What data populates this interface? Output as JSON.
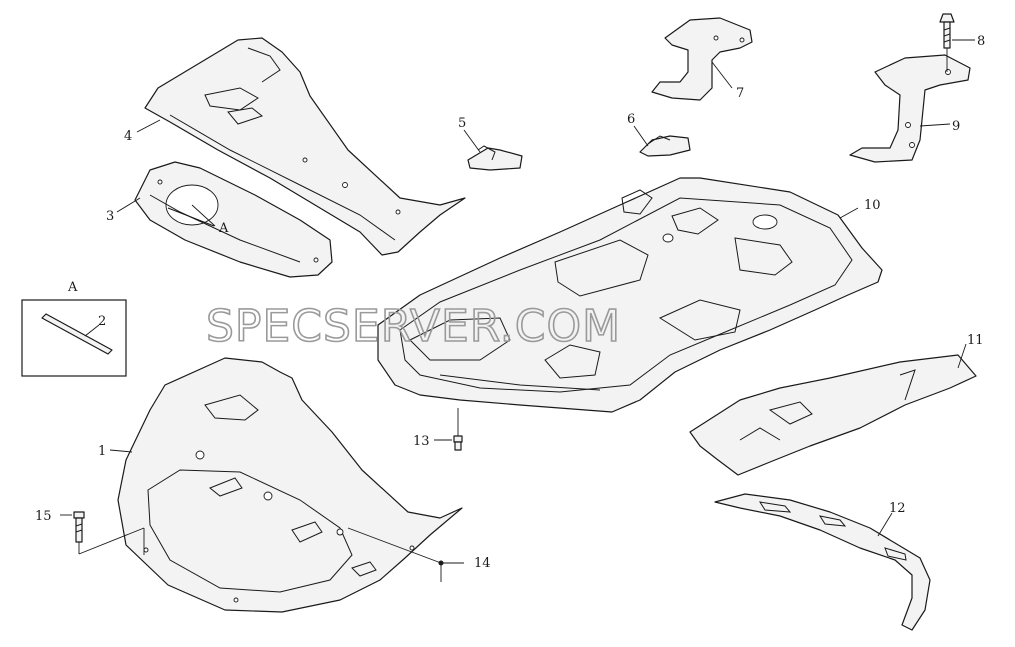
{
  "watermark": "SPECSERVER.COM",
  "inset": {
    "title": "A"
  },
  "callouts": {
    "c1": "1",
    "c2": "2",
    "c3": "3",
    "c4": "4",
    "c5": "5",
    "c6": "6",
    "c7": "7",
    "c8": "8",
    "c9": "9",
    "c10": "10",
    "c11": "11",
    "c12": "12",
    "c13": "13",
    "c14": "14",
    "c15": "15",
    "a_ref": "A"
  }
}
